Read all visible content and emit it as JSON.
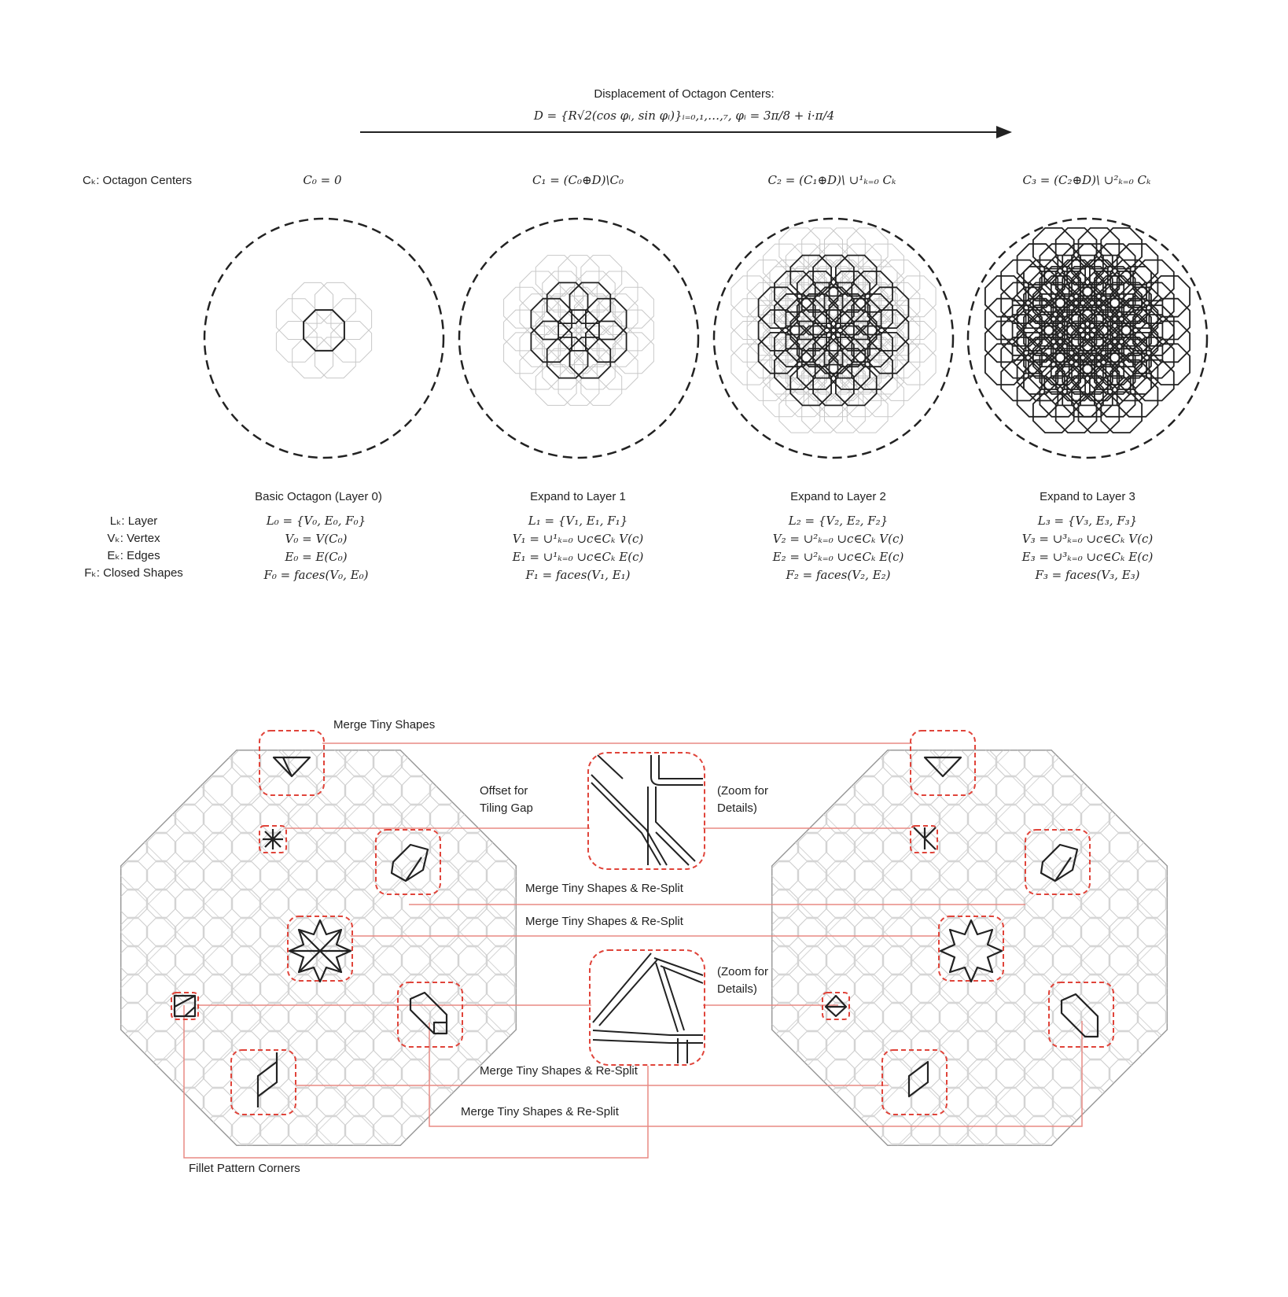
{
  "header": {
    "title": "Displacement of Octagon Centers:",
    "formula": "D = {R√2(cos φᵢ, sin φᵢ)}ᵢ₌₀,₁,…,₇, φᵢ = 3π/8 + i·π/4"
  },
  "legend_centers": "Cₖ: Octagon Centers",
  "legend_layers": [
    "Lₖ: Layer",
    "Vₖ: Vertex",
    "Eₖ: Edges",
    "Fₖ: Closed Shapes"
  ],
  "stages": [
    {
      "center_formula": "C₀ = 0",
      "caption": "Basic Octagon (Layer 0)",
      "lines": [
        "L₀ = {V₀, E₀, F₀}",
        "V₀ = V(C₀)",
        "E₀ = E(C₀)",
        "F₀ = faces(V₀, E₀)"
      ]
    },
    {
      "center_formula": "C₁ = (C₀⊕D)\\C₀",
      "caption": "Expand to Layer 1",
      "lines": [
        "L₁ = {V₁, E₁, F₁}",
        "V₁ = ∪¹ₖ₌₀ ∪c∈Cₖ V(c)",
        "E₁ = ∪¹ₖ₌₀ ∪c∈Cₖ E(c)",
        "F₁ = faces(V₁, E₁)"
      ]
    },
    {
      "center_formula": "C₂ = (C₁⊕D)\\ ∪¹ₖ₌₀ Cₖ",
      "caption": "Expand to Layer 2",
      "lines": [
        "L₂ = {V₂, E₂, F₂}",
        "V₂ = ∪²ₖ₌₀ ∪c∈Cₖ V(c)",
        "E₂ = ∪²ₖ₌₀ ∪c∈Cₖ E(c)",
        "F₂ = faces(V₂, E₂)"
      ]
    },
    {
      "center_formula": "C₃ = (C₂⊕D)\\ ∪²ₖ₌₀ Cₖ",
      "caption": "Expand to Layer 3",
      "lines": [
        "L₃ = {V₃, E₃, F₃}",
        "V₃ = ∪³ₖ₌₀ ∪c∈Cₖ V(c)",
        "E₃ = ∪³ₖ₌₀ ∪c∈Cₖ E(c)",
        "F₃ = faces(V₃, E₃)"
      ]
    }
  ],
  "annotations": {
    "merge_tiny": "Merge Tiny Shapes",
    "offset_line1": "Offset for",
    "offset_line2": "Tiling Gap",
    "zoom_line1": "(Zoom for",
    "zoom_line2": "Details)",
    "merge_resplit": "Merge Tiny Shapes & Re-Split",
    "fillet": "Fillet Pattern Corners"
  },
  "colors": {
    "ink": "#222222",
    "faint": "#c8c8c8",
    "highlight": "#e0443a",
    "connector": "#e88a84"
  }
}
